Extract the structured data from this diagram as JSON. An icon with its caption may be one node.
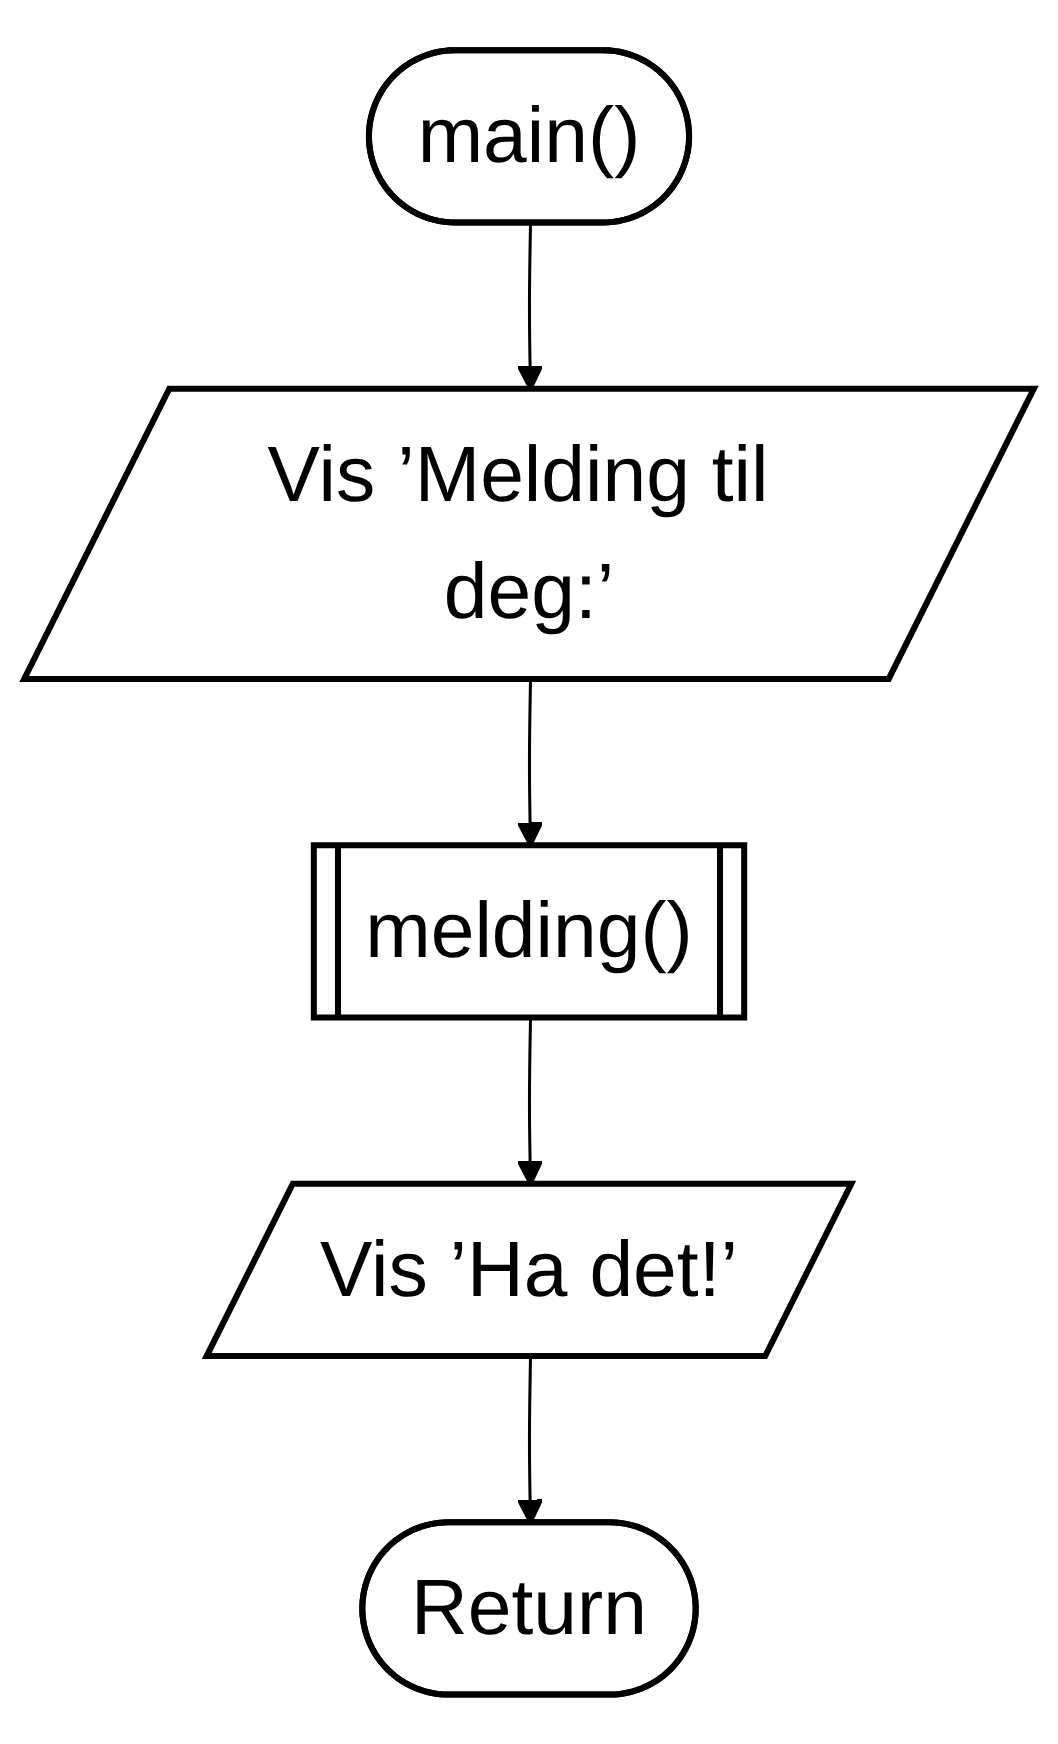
{
  "diagram": {
    "nodes": [
      {
        "text": [
          "main()"
        ]
      },
      {
        "text": [
          "Vis ’Melding til deg:’"
        ]
      },
      {
        "text": [
          "melding()"
        ]
      },
      {
        "text": [
          "Vis ’Ha det!’"
        ]
      },
      {
        "text": [
          "Return"
        ]
      }
    ],
    "edges": [
      {
        "from": 0,
        "to": 1,
        "arrow": "to"
      },
      {
        "from": 1,
        "to": 2,
        "arrow": "to"
      },
      {
        "from": 2,
        "to": 3,
        "arrow": "to"
      },
      {
        "from": 3,
        "to": 4,
        "arrow": "to"
      }
    ]
  }
}
